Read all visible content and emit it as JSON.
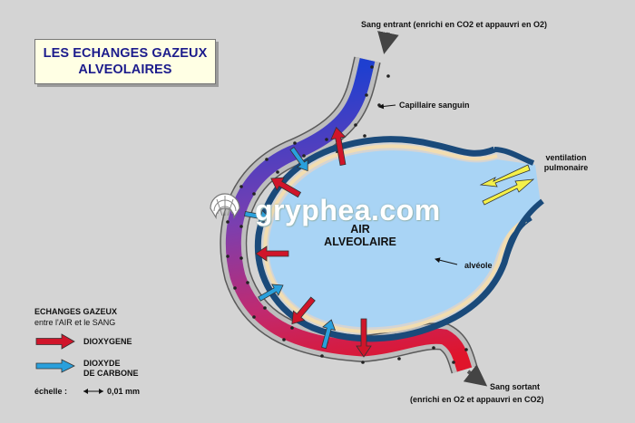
{
  "title": {
    "line1": "LES ECHANGES GAZEUX",
    "line2": "ALVEOLAIRES"
  },
  "labels": {
    "blood_in": "Sang entrant (enrichi en CO2 et appauvri en O2)",
    "capillary": "Capillaire sanguin",
    "ventilation_1": "ventilation",
    "ventilation_2": "pulmonaire",
    "alveolus": "alvéole",
    "air_1": "AIR",
    "air_2": "ALVEOLAIRE",
    "blood_out_1": "Sang sortant",
    "blood_out_2": "(enrichi en O2 et appauvri en CO2)"
  },
  "watermark": "gryphea.com",
  "legend": {
    "heading_1": "ECHANGES GAZEUX",
    "heading_2": "entre l'AIR et le SANG",
    "oxygen": "DIOXYGENE",
    "co2_1": "DIOXYDE",
    "co2_2": "DE CARBONE",
    "scale_label": "échelle :",
    "scale_value": "0,01 mm"
  },
  "colors": {
    "background": "#d4d4d4",
    "alveolus_fill": "#a9d4f5",
    "alveolus_wall": "#1a4a7a",
    "oxygen_arrow": "#d0152a",
    "co2_arrow": "#2aa0dc",
    "ventilation_arrow": "#f4f04a",
    "title_text": "#1c1c8c"
  }
}
